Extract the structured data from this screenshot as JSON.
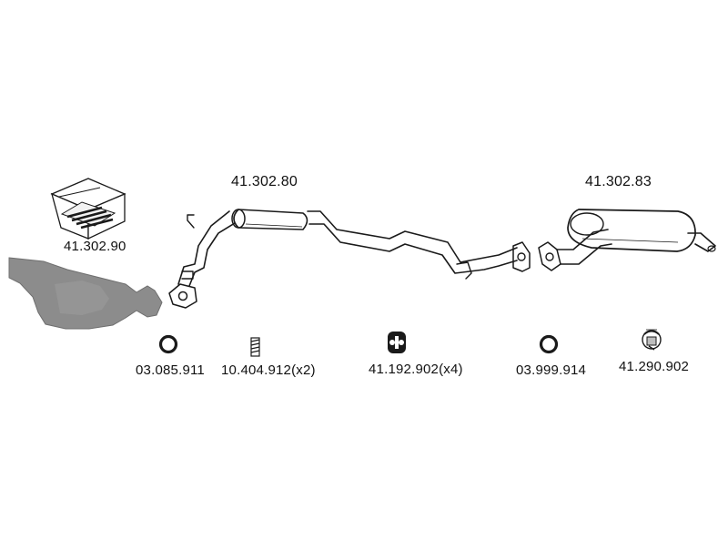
{
  "diagram": {
    "parts": {
      "mounting_kit": {
        "code": "41.302.90"
      },
      "front_silencer": {
        "code": "41.302.80"
      },
      "rear_silencer": {
        "code": "41.302.83"
      },
      "ring_front": {
        "code": "03.085.911"
      },
      "spring_bolt": {
        "code": "10.404.912(x2)"
      },
      "rubber_mount": {
        "code": "41.192.902(x4)"
      },
      "ring_rear": {
        "code": "03.999.914"
      },
      "clamp_mount": {
        "code": "41.290.902"
      }
    },
    "colors": {
      "line": "#1a1a1a",
      "catalyst_fill": "#8c8c8c",
      "background": "#ffffff"
    }
  }
}
